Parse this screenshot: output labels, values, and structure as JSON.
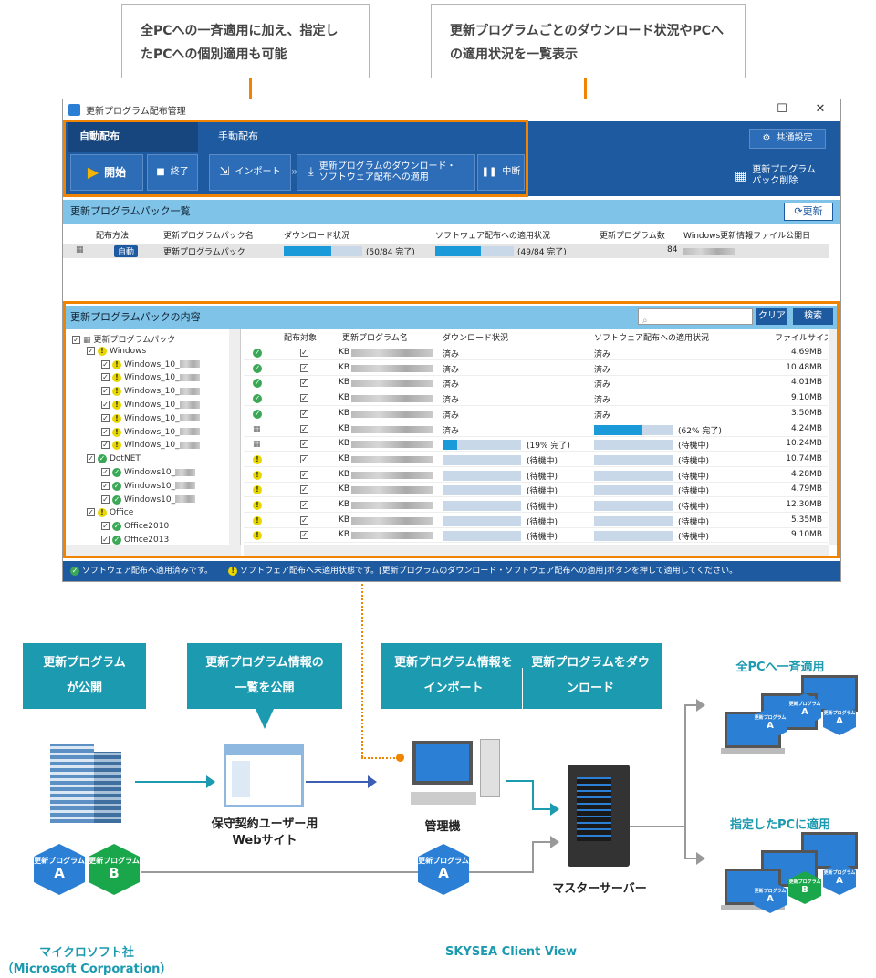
{
  "callouts": {
    "left": "全PCへの一斉適用に加え、指定したPCへの個別適用も可能",
    "right": "更新プログラムごとのダウンロード状況やPCへの適用状況を一覧表示"
  },
  "window": {
    "title": "更新プログラム配布管理",
    "controls": {
      "minimize": "—",
      "maximize": "☐",
      "close": "✕"
    }
  },
  "ribbon": {
    "tab_auto": "自動配布",
    "tab_manual": "手動配布",
    "start": "開始",
    "end": "終了",
    "import": "インポート",
    "download_apply": "更新プログラムのダウンロード・ソフトウェア配布への適用",
    "pause": "中断",
    "common_settings": "共通設定",
    "delete_pack": "更新プログラムパック削除"
  },
  "pack_list": {
    "header": "更新プログラムパック一覧",
    "refresh": "更新",
    "columns": [
      "配布方法",
      "更新プログラムパック名",
      "ダウンロード状況",
      "ソフトウェア配布への適用状況",
      "更新プログラム数",
      "Windows更新情報ファイル公開日"
    ],
    "row": {
      "method": "自動",
      "name": "更新プログラムパック",
      "download_text": "(50/84 完了)",
      "download_pct": 0.6,
      "apply_text": "(49/84 完了)",
      "apply_pct": 0.58,
      "count": "84"
    }
  },
  "pack_contents": {
    "header": "更新プログラムパックの内容",
    "clear": "クリア",
    "search": "検索",
    "tree": [
      {
        "level": 0,
        "label": "更新プログラムパック",
        "icon": "grid"
      },
      {
        "level": 1,
        "label": "Windows",
        "icon": "warn"
      },
      {
        "level": 2,
        "label": "Windows_10_",
        "icon": "warn"
      },
      {
        "level": 2,
        "label": "Windows_10_",
        "icon": "warn"
      },
      {
        "level": 2,
        "label": "Windows_10_",
        "icon": "warn"
      },
      {
        "level": 2,
        "label": "Windows_10_",
        "icon": "warn"
      },
      {
        "level": 2,
        "label": "Windows_10_",
        "icon": "warn"
      },
      {
        "level": 2,
        "label": "Windows_10_",
        "icon": "warn"
      },
      {
        "level": 2,
        "label": "Windows_10_",
        "icon": "warn"
      },
      {
        "level": 1,
        "label": "DotNET",
        "icon": "ok"
      },
      {
        "level": 2,
        "label": "Windows10_",
        "icon": "ok"
      },
      {
        "level": 2,
        "label": "Windows10_",
        "icon": "ok"
      },
      {
        "level": 2,
        "label": "Windows10_",
        "icon": "ok"
      },
      {
        "level": 1,
        "label": "Office",
        "icon": "warn"
      },
      {
        "level": 2,
        "label": "Office2010",
        "icon": "ok"
      },
      {
        "level": 2,
        "label": "Office2013",
        "icon": "ok"
      }
    ],
    "columns": [
      "配布対象",
      "更新プログラム名",
      "ダウンロード状況",
      "ソフトウェア配布への適用状況",
      "ファイルサイズ"
    ],
    "rows": [
      {
        "icon": "ok",
        "kb": "KB",
        "dl": "済み",
        "dl_pct": null,
        "ap": "済み",
        "ap_pct": null,
        "size": "4.69MB"
      },
      {
        "icon": "ok",
        "kb": "KB",
        "dl": "済み",
        "dl_pct": null,
        "ap": "済み",
        "ap_pct": null,
        "size": "10.48MB"
      },
      {
        "icon": "ok",
        "kb": "KB",
        "dl": "済み",
        "dl_pct": null,
        "ap": "済み",
        "ap_pct": null,
        "size": "4.01MB"
      },
      {
        "icon": "ok",
        "kb": "KB",
        "dl": "済み",
        "dl_pct": null,
        "ap": "済み",
        "ap_pct": null,
        "size": "9.10MB"
      },
      {
        "icon": "ok",
        "kb": "KB",
        "dl": "済み",
        "dl_pct": null,
        "ap": "済み",
        "ap_pct": null,
        "size": "3.50MB"
      },
      {
        "icon": "grid",
        "kb": "KB",
        "dl": "済み",
        "dl_pct": null,
        "ap": "(62% 完了)",
        "ap_pct": 0.62,
        "size": "4.24MB"
      },
      {
        "icon": "grid",
        "kb": "KB",
        "dl": "(19% 完了)",
        "dl_pct": 0.19,
        "ap": "(待機中)",
        "ap_pct": 0,
        "size": "10.24MB"
      },
      {
        "icon": "warn",
        "kb": "KB",
        "dl": "(待機中)",
        "dl_pct": 0,
        "ap": "(待機中)",
        "ap_pct": 0,
        "size": "10.74MB"
      },
      {
        "icon": "warn",
        "kb": "KB",
        "dl": "(待機中)",
        "dl_pct": 0,
        "ap": "(待機中)",
        "ap_pct": 0,
        "size": "4.28MB"
      },
      {
        "icon": "warn",
        "kb": "KB",
        "dl": "(待機中)",
        "dl_pct": 0,
        "ap": "(待機中)",
        "ap_pct": 0,
        "size": "4.79MB"
      },
      {
        "icon": "warn",
        "kb": "KB",
        "dl": "(待機中)",
        "dl_pct": 0,
        "ap": "(待機中)",
        "ap_pct": 0,
        "size": "12.30MB"
      },
      {
        "icon": "warn",
        "kb": "KB",
        "dl": "(待機中)",
        "dl_pct": 0,
        "ap": "(待機中)",
        "ap_pct": 0,
        "size": "5.35MB"
      },
      {
        "icon": "warn",
        "kb": "KB",
        "dl": "(待機中)",
        "dl_pct": 0,
        "ap": "(待機中)",
        "ap_pct": 0,
        "size": "9.10MB"
      }
    ]
  },
  "status": {
    "applied": "ソフトウェア配布へ適用済みです。",
    "not_applied": "ソフトウェア配布へ未適用状態です。[更新プログラムのダウンロード・ソフトウェア配布への適用]ボタンを押して適用してください。"
  },
  "diagram": {
    "box1": "更新プログラムが公開",
    "box2": "更新プログラム情報の一覧を公開",
    "box3a": "更新プログラム情報をインポート",
    "box3b": "更新プログラムをダウンロード",
    "web_label": "保守契約ユーザー用Webサイト",
    "admin_label": "管理機",
    "server_label": "マスターサーバー",
    "all_pc": "全PCへ一斉適用",
    "specified_pc": "指定したPCに適用",
    "ms_label": "マイクロソフト社",
    "ms_label_en": "（Microsoft Corporation）",
    "sky_label": "SKYSEA Client View",
    "hex_title": "更新プログラム",
    "hex_a": "A",
    "hex_b": "B"
  },
  "colors": {
    "accent": "#f08300",
    "teal": "#1b9ab0",
    "ribbon": "#1e5aa0",
    "ok": "#3aa856",
    "warn": "#e8d800"
  }
}
